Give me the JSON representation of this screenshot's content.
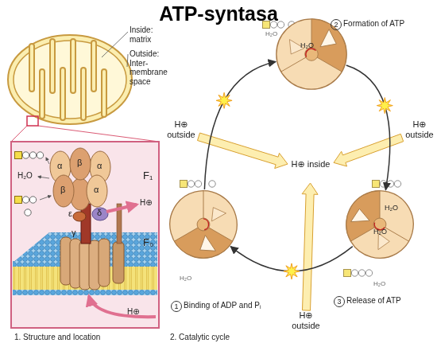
{
  "diagram": {
    "title": "ATP-syntasa",
    "nodes": [
      {
        "text": [
          "2",
          "Formation of ATP",
          "H₂O"
        ]
      },
      {
        "text": [
          "H⊕ outside"
        ]
      },
      {
        "text": [
          "H⊕ outside"
        ]
      },
      {
        "text": [
          "H⊕ inside"
        ]
      },
      {
        "text": [
          "1",
          "Binding of ADP and Pᵢ"
        ]
      },
      {
        "text": [
          "3",
          "Release of ATP",
          "H₂O",
          "H₂O"
        ]
      },
      {
        "text": [
          "H⊕ outside"
        ]
      }
    ],
    "edges": [
      {
        "from": 4,
        "to": 0,
        "arrow": "to"
      },
      {
        "from": 0,
        "to": 5,
        "arrow": "to"
      },
      {
        "from": 5,
        "to": 4,
        "arrow": "to"
      },
      {
        "from": 1,
        "to": 3,
        "arrow": "to"
      },
      {
        "from": 2,
        "to": 3,
        "arrow": "to"
      },
      {
        "from": 6,
        "to": 3,
        "arrow": "to"
      }
    ],
    "labels": [
      "Inside: matrix",
      "Outside: Inter-membrane space",
      "α",
      "β",
      "α",
      "β",
      "α",
      "F₁",
      "H₂O",
      "H⊕",
      "ε",
      "δ",
      "γ",
      "F₀",
      "H⊕",
      "1. Structure and location",
      "2. Catalytic cycle",
      "H₂O",
      "H₂O",
      "H₂O"
    ]
  }
}
